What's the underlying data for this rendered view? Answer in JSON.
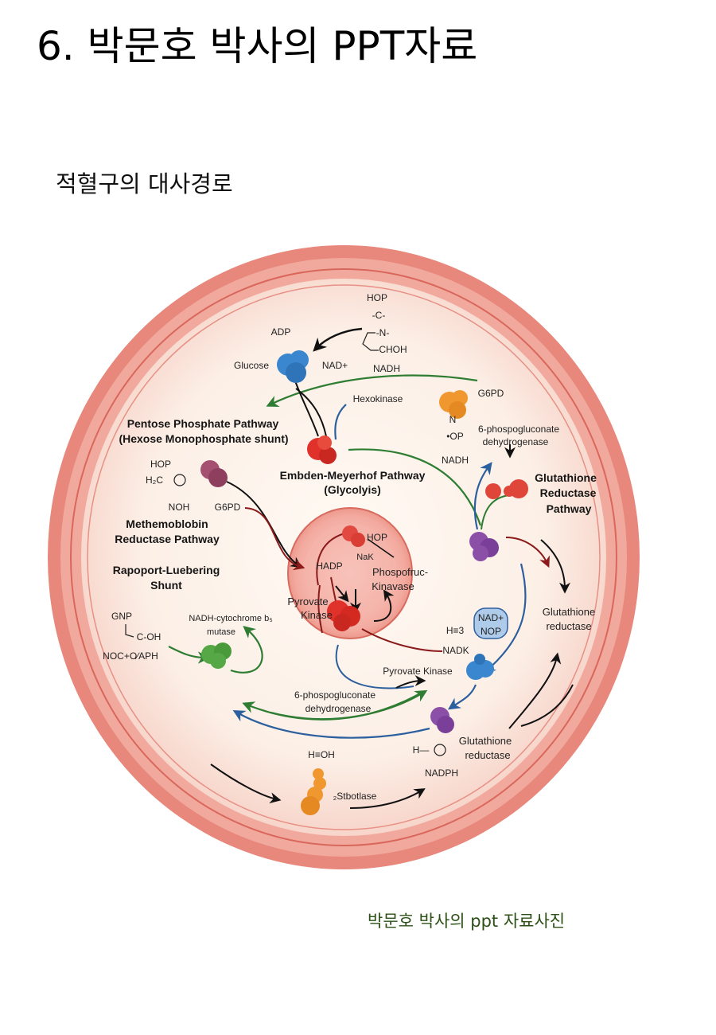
{
  "header": {
    "title": "6.  박문호 박사의 PPT자료",
    "subtitle": "적혈구의 대사경로"
  },
  "caption": "박문호 박사의  ppt 자료사진",
  "colors": {
    "membrane": "#e57a6e",
    "cytoplasm": "#fbeee6",
    "nucleus": "#f2a69b",
    "enzyme_red": "#e0312b",
    "enzyme_blue": "#3a86cf",
    "enzyme_purple": "#8b4fa8",
    "enzyme_orange": "#f0972f",
    "enzyme_green": "#55a845",
    "enzyme_mauve": "#a55070",
    "arrow_green": "#2e7d32",
    "arrow_blue": "#2c5f9e",
    "arrow_darkred": "#8b1a1a",
    "arrow_black": "#111111",
    "caption": "#2d5016"
  },
  "diagram": {
    "pathways": {
      "pentose_1": "Pentose Phosphate Pathway",
      "pentose_2": "(Hexose Monophosphate shunt)",
      "emp_1": "Embden-Meyerhof Pathway",
      "emp_2": "(Glycolyis)",
      "methemo_1": "Methemoblobin",
      "methemo_2": "Reductase Pathway",
      "rapoport_1": "Rapoport-Luebering",
      "rapoport_2": "Shunt",
      "glut_1": "Glutathione",
      "glut_2": "Reductase",
      "glut_3": "Pathway"
    },
    "labels": {
      "hop_top": "HOP",
      "c_top": "-C-",
      "n_top": "-N-",
      "chohs_top": "-CHOH",
      "adp": "ADP",
      "glucose": "Glucose",
      "nad_plus": "NAD+",
      "nadh_top": "NADH",
      "hexokinase": "Hexokinase",
      "g6pd_right": "G6PD",
      "n_right": "N",
      "op_right": "•OP",
      "nadh_right": "NADH",
      "pgd_right_1": "6-phospogluconate",
      "pgd_right_2": "dehydrogenase",
      "hop_left": "HOP",
      "h2c_left": "H₂C",
      "noh_left": "NOH",
      "g6pd_left": "G6PD",
      "hop_center": "HOP",
      "nak_center": "NaK",
      "hadp_center": "HADP",
      "pfk_1": "Phospofruc-",
      "pfk_2": "Kinavase",
      "pk_center_1": "Pyrovate",
      "pk_center_2": "Kinase",
      "glut_red_right_1": "Glutathione",
      "glut_red_right_2": "reductase",
      "gnp": "GNP",
      "c_oh": "C-OH",
      "noc": "NOC+O∕APH",
      "cytb5_1": "NADH-cytochrome b₅",
      "cytb5_2": "mutase",
      "h3": "H≡3",
      "nadk": "NADK",
      "nad_box_1": "NAD+",
      "nad_box_2": "NOP",
      "pk_lower": "Pyrovate Kinase",
      "pgd_lower_1": "6-phospogluconate",
      "pgd_lower_2": "dehydrogenase",
      "h_nadph": "H—",
      "nadph": "NADPH",
      "glut_red_lower_1": "Glutathione",
      "glut_red_lower_2": "reductase",
      "heoh": "H≡OH",
      "stbotlase": "₂Stbotlase"
    }
  }
}
